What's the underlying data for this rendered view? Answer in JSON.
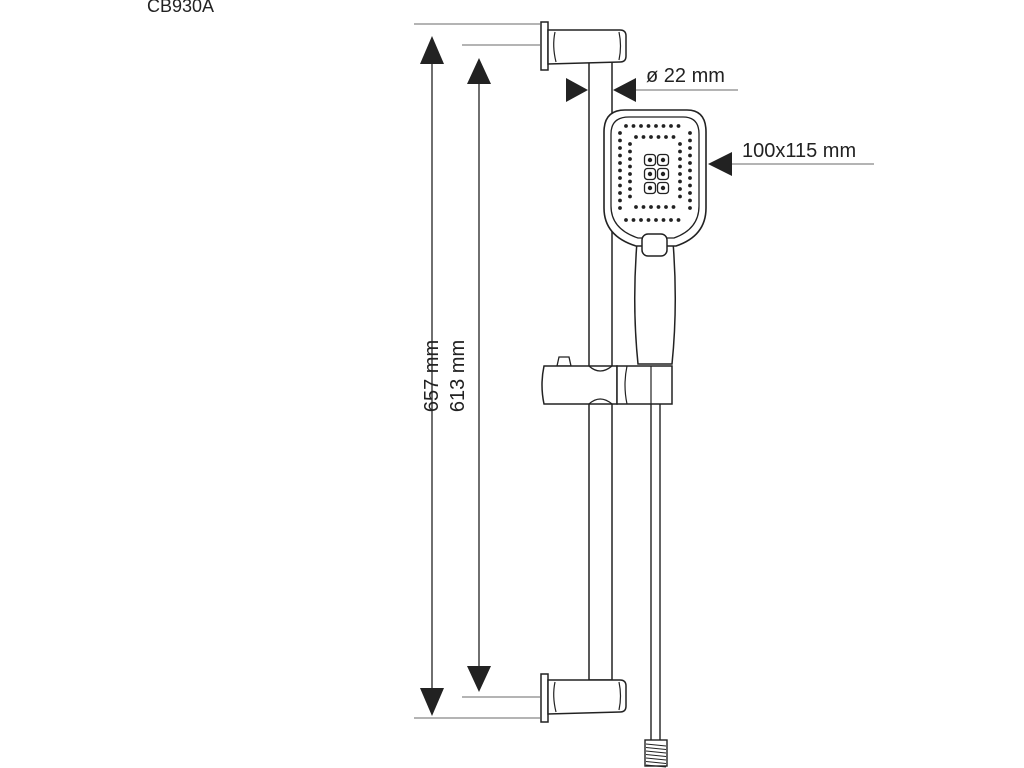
{
  "model_code": "CB930A",
  "dimensions": {
    "total_height": "657 mm",
    "center_distance": "613 mm",
    "rail_diameter": "ø 22 mm",
    "head_size": "100x115 mm"
  },
  "colors": {
    "line": "#222222",
    "background": "#ffffff"
  }
}
